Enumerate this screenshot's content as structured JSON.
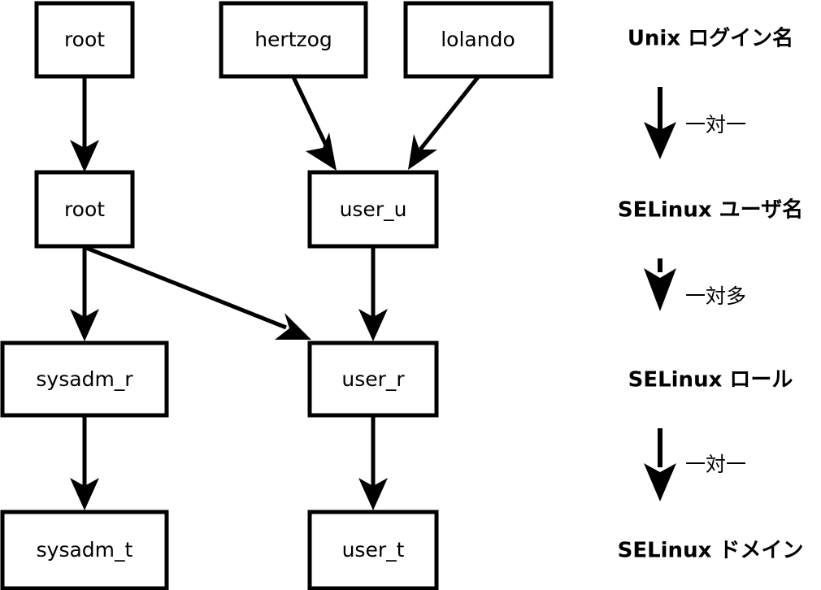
{
  "diagram": {
    "title_text": "",
    "background_color": "#ffffff",
    "stroke_color": "#000000",
    "nodes": {
      "unix_root": "root",
      "unix_hertzog": "hertzog",
      "unix_lolando": "lolando",
      "seuser_root": "root",
      "seuser_user_u": "user_u",
      "role_sysadm_r": "sysadm_r",
      "role_user_r": "user_r",
      "domain_sysadm_t": "sysadm_t",
      "domain_user_t": "user_t"
    },
    "legend": {
      "level_1": "Unix ログイン名",
      "level_2": "SELinux ユーザ名",
      "level_3": "SELinux ロール",
      "level_4": "SELinux ドメイン",
      "relation_1": "一対一",
      "relation_2": "一対多",
      "relation_3": "一対一"
    }
  }
}
